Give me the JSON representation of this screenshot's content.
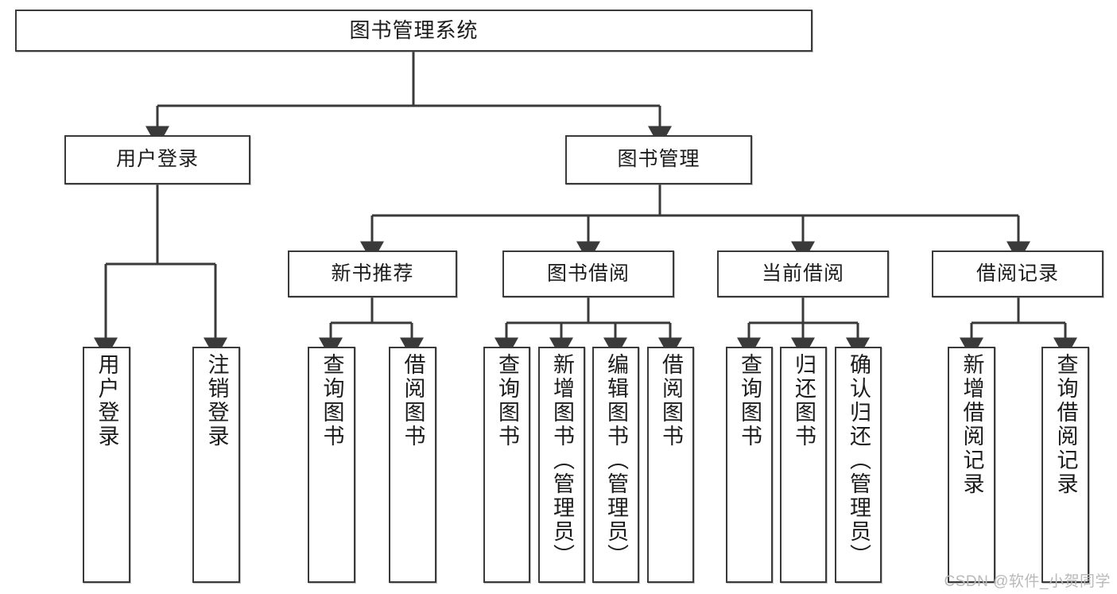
{
  "diagram": {
    "title": "图书管理系统",
    "type": "hierarchy-tree",
    "watermark": "CSDN @软件_小贺同学",
    "colors": {
      "box_border": "#3a3a3a",
      "box_fill": "#ffffff",
      "connector": "#3a3a3a",
      "text": "#1c1c1c",
      "watermark": "#b9b9b9"
    },
    "root": {
      "label": "图书管理系统"
    },
    "level1": [
      {
        "label": "用户登录"
      },
      {
        "label": "图书管理"
      }
    ],
    "level2": [
      {
        "label": "新书推荐"
      },
      {
        "label": "图书借阅"
      },
      {
        "label": "当前借阅"
      },
      {
        "label": "借阅记录"
      }
    ],
    "leaves": {
      "user_login": [
        {
          "label": "用户登录"
        },
        {
          "label": "注销登录"
        }
      ],
      "new_book_recommend": [
        {
          "label": "查询图书"
        },
        {
          "label": "借阅图书"
        }
      ],
      "book_borrow": [
        {
          "label": "查询图书"
        },
        {
          "label": "新增图书（管理员）"
        },
        {
          "label": "编辑图书（管理员）"
        },
        {
          "label": "借阅图书"
        }
      ],
      "current_borrow": [
        {
          "label": "查询图书"
        },
        {
          "label": "归还图书"
        },
        {
          "label": "确认归还（管理员）"
        }
      ],
      "borrow_record": [
        {
          "label": "新增借阅记录"
        },
        {
          "label": "查询借阅记录"
        }
      ]
    }
  }
}
